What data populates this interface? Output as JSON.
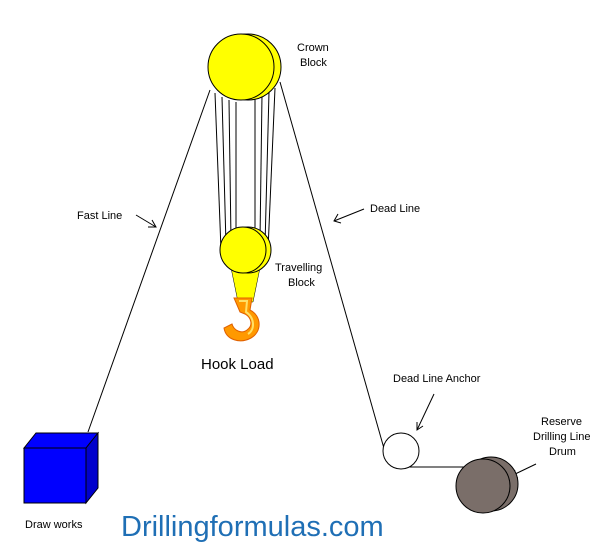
{
  "labels": {
    "crown_block": [
      "Crown",
      "Block"
    ],
    "fast_line": "Fast Line",
    "dead_line": "Dead Line",
    "travelling_block": [
      "Travelling",
      "Block"
    ],
    "hook_load": "Hook Load",
    "dead_line_anchor": "Dead Line Anchor",
    "reserve_drum": [
      "Reserve",
      "Drilling Line",
      "Drum"
    ],
    "draw_works": "Draw works"
  },
  "watermark": "Drillingformulas.com",
  "colors": {
    "block_fill": "#ffff00",
    "drawworks_fill": "#0000ff",
    "drum_fill": "#7a6e69",
    "hook_fill": "#ff9900",
    "brand_text": "#1f6fb5",
    "line": "#000000"
  },
  "icons": {
    "hook": "crane-hook-icon"
  }
}
